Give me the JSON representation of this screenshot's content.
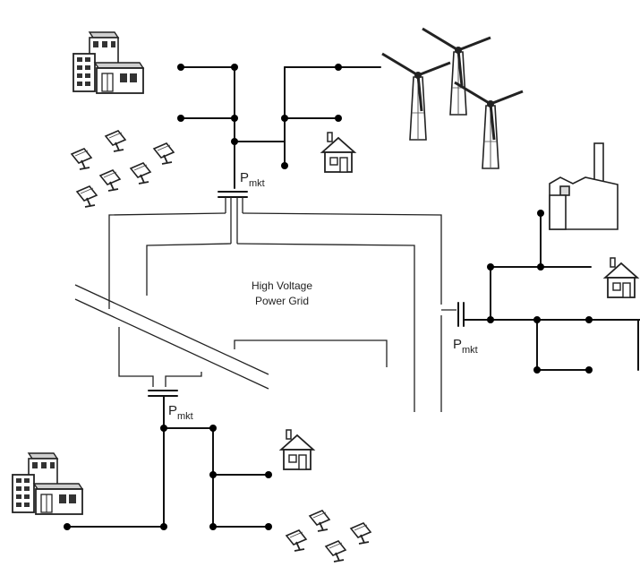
{
  "grid_label": {
    "line1": "High Voltage",
    "line2": "Power Grid"
  },
  "substations": [
    {
      "id": "top",
      "price_main": "P",
      "price_sub": "mkt"
    },
    {
      "id": "right",
      "price_main": "P",
      "price_sub": "mkt"
    },
    {
      "id": "bottom",
      "price_main": "P",
      "price_sub": "mkt"
    }
  ],
  "icons": {
    "office": "office-building-icon",
    "house": "house-icon",
    "factory": "factory-icon",
    "wind": "wind-turbine-icon",
    "solar": "solar-panel-icon"
  },
  "colors": {
    "line": "#111111",
    "background": "#ffffff"
  }
}
